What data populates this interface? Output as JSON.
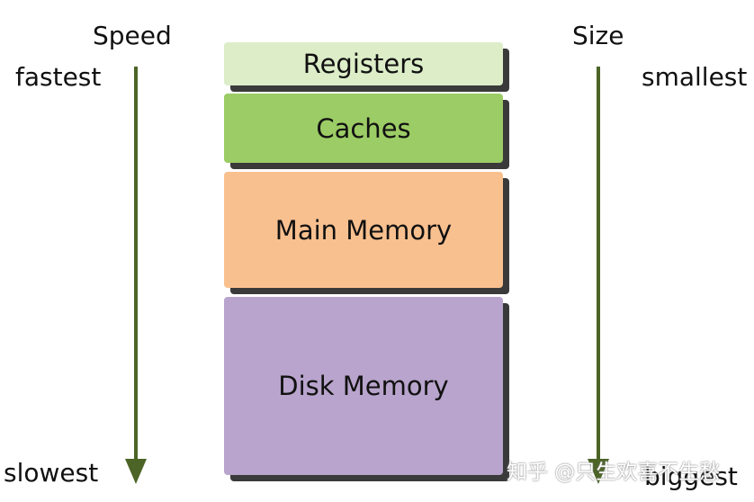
{
  "speed": {
    "title": "Speed",
    "top": "fastest",
    "bottom": "slowest"
  },
  "size": {
    "title": "Size",
    "top": "smallest",
    "bottom": "biggest"
  },
  "layers": [
    {
      "label": "Registers",
      "color": "#dcedc8"
    },
    {
      "label": "Caches",
      "color": "#9ccc65"
    },
    {
      "label": "Main Memory",
      "color": "#f9c08f"
    },
    {
      "label": "Disk Memory",
      "color": "#b8a4cc"
    }
  ],
  "colors": {
    "arrow": "#4c6426",
    "shadow": "#3a3a3a"
  },
  "watermark": "知乎 @只生欢喜不生愁"
}
